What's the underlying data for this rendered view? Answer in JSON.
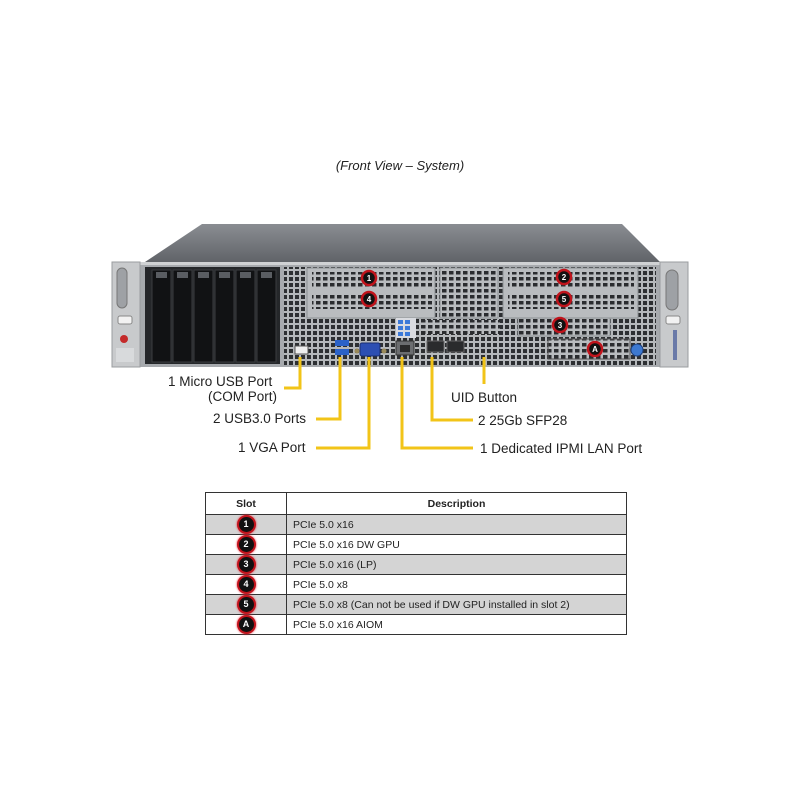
{
  "caption": "(Front View – System)",
  "server_badges": [
    "1",
    "4",
    "2",
    "5",
    "3",
    "A"
  ],
  "callouts": {
    "micro_usb_line1": "1 Micro USB Port",
    "micro_usb_line2": "(COM Port)",
    "usb3": "2 USB3.0 Ports",
    "vga": "1 VGA Port",
    "uid": "UID Button",
    "sfp28": "2 25Gb SFP28",
    "ipmi": "1 Dedicated IPMI  LAN Port"
  },
  "colors": {
    "callout_line": "#f2c418",
    "badge_ring": "#c0141c",
    "table_gray_row": "#d4d4d4"
  },
  "table": {
    "headers": {
      "slot": "Slot",
      "description": "Description"
    },
    "rows": [
      {
        "slot": "1",
        "description": "PCIe 5.0 x16"
      },
      {
        "slot": "2",
        "description": "PCIe 5.0 x16 DW GPU"
      },
      {
        "slot": "3",
        "description": "PCIe 5.0 x16 (LP)"
      },
      {
        "slot": "4",
        "description": "PCIe 5.0 x8"
      },
      {
        "slot": "5",
        "description": "PCIe 5.0 x8 (Can not be used if DW GPU installed in slot 2)"
      },
      {
        "slot": "A",
        "description": "PCIe 5.0 x16 AIOM"
      }
    ]
  }
}
